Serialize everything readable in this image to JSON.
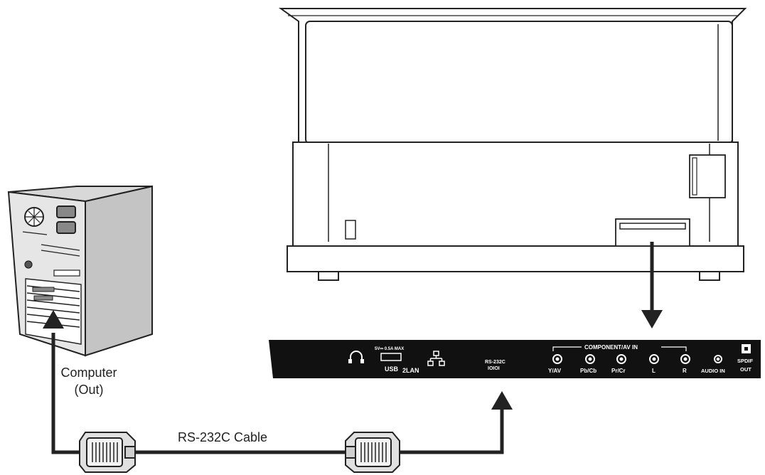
{
  "labels": {
    "computer_line1": "Computer",
    "computer_line2": "(Out)",
    "cable": "RS-232C Cable"
  },
  "panel": {
    "usb_spec": "5V⎓ 0.5A MAX",
    "usb": "USB",
    "lan": "2LAN",
    "rs232c_line1": "RS-232C",
    "rs232c_line2": "IOIOI",
    "component_title": "COMPONENT/AV IN",
    "y_av": "Y/AV",
    "pb_cb": "Pb/Cb",
    "pr_cr": "Pr/Cr",
    "audio_l": "L",
    "audio_r": "R",
    "audio_in": "AUDIO IN",
    "spdif_line1": "SPDIF",
    "spdif_line2": "OUT"
  },
  "colors": {
    "ink": "#222222",
    "panel": "#111111",
    "panel_text": "#ffffff",
    "computer_front": "#e6e6e6",
    "computer_side": "#c4c4c4"
  }
}
